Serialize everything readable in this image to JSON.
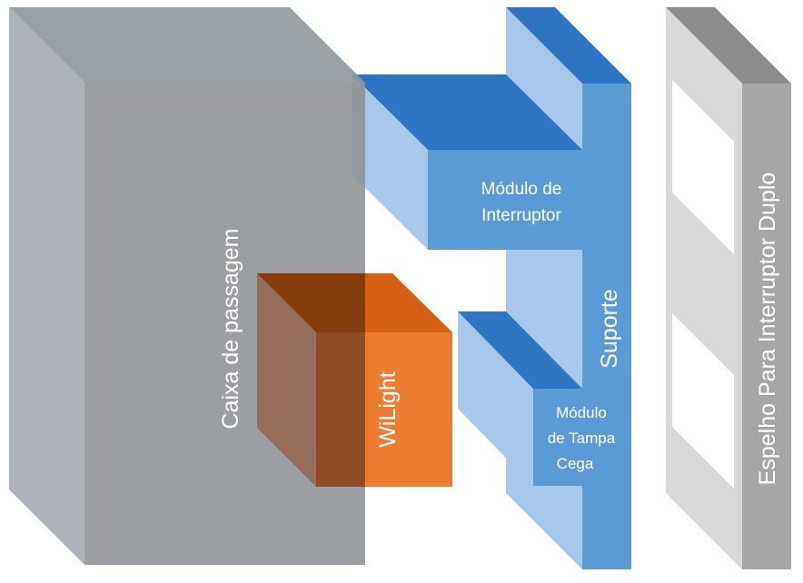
{
  "labels": {
    "caixa": "Caixa de passagem",
    "wilight": "WiLight",
    "modulo_interruptor_1": "Módulo de",
    "modulo_interruptor_2": "Interruptor",
    "suporte": "Suporte",
    "tampa_1": "Módulo",
    "tampa_2": "de Tampa",
    "tampa_3": "Cega",
    "espelho": "Espelho Para Interruptor Duplo"
  },
  "colors": {
    "caixa": "#8e949a",
    "wilight": "#ed7d31",
    "suporte": "#5b9bd5",
    "modulo_top": "#2e75c4",
    "modulo_side": "#a7c8ea",
    "espelho": "#a6a6a6"
  }
}
